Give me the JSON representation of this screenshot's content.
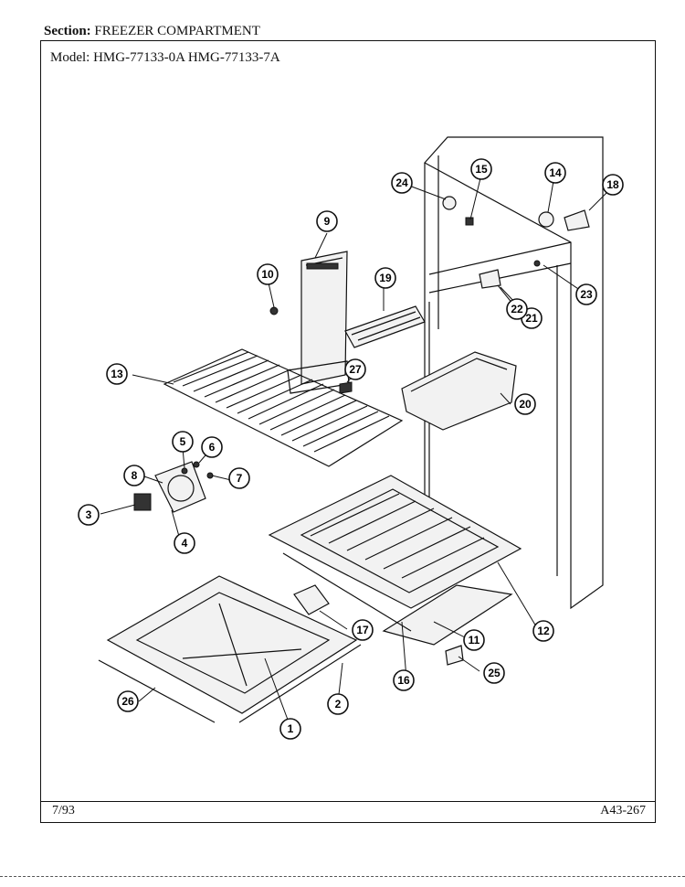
{
  "header": {
    "section_label": "Section:",
    "section_value": "FREEZER COMPARTMENT",
    "model_label": "Model:",
    "model_value": "HMG-77133-0A  HMG-77133-7A"
  },
  "footer": {
    "date": "7/93",
    "page_code": "A43-267"
  },
  "callouts": {
    "c1": "1",
    "c2": "2",
    "c3": "3",
    "c4": "4",
    "c5": "5",
    "c6": "6",
    "c7": "7",
    "c8": "8",
    "c9": "9",
    "c10": "10",
    "c11": "11",
    "c12": "12",
    "c13": "13",
    "c14": "14",
    "c15": "15",
    "c16": "16",
    "c17": "17",
    "c18": "18",
    "c19": "19",
    "c20": "20",
    "c21": "21",
    "c22": "22",
    "c23": "23",
    "c24": "24",
    "c25": "25",
    "c26": "26",
    "c27": "27"
  }
}
